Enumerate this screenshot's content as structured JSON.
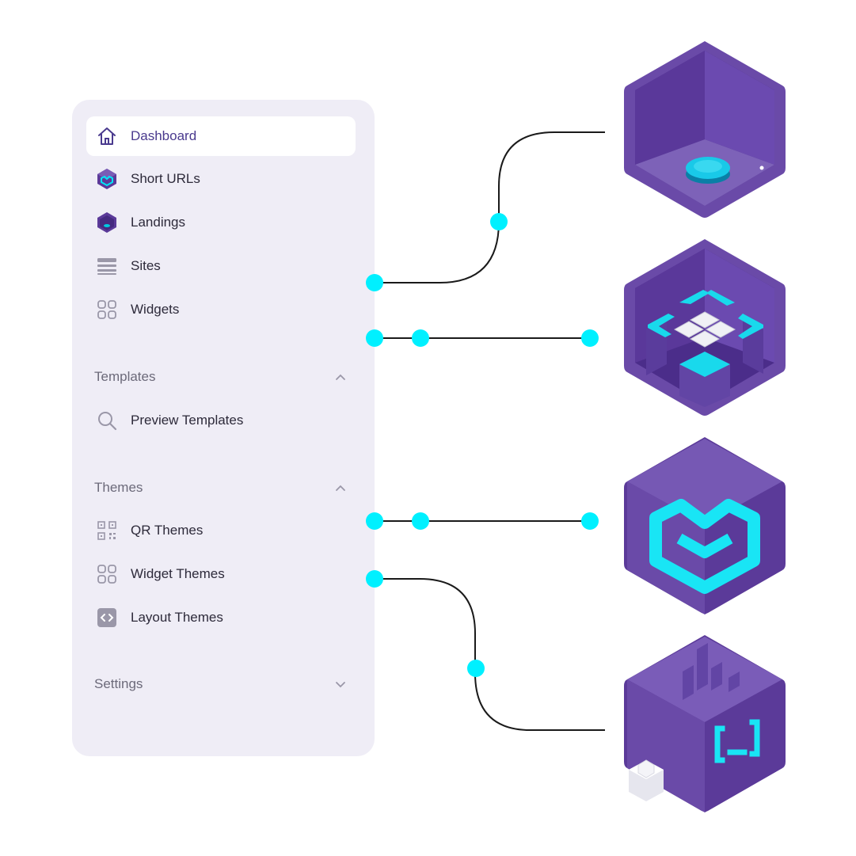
{
  "sidebar": {
    "items": [
      {
        "label": "Dashboard",
        "icon": "home-icon",
        "active": true
      },
      {
        "label": "Short URLs",
        "icon": "short-urls-cube-icon"
      },
      {
        "label": "Landings",
        "icon": "landings-cube-icon"
      },
      {
        "label": "Sites",
        "icon": "sites-icon"
      },
      {
        "label": "Widgets",
        "icon": "widgets-grid-icon"
      }
    ],
    "sections": {
      "templates": {
        "label": "Templates",
        "expanded": true,
        "items": [
          {
            "label": "Preview Templates",
            "icon": "search-icon"
          }
        ]
      },
      "themes": {
        "label": "Themes",
        "expanded": true,
        "items": [
          {
            "label": "QR Themes",
            "icon": "qr-code-icon"
          },
          {
            "label": "Widget Themes",
            "icon": "widgets-grid-icon"
          },
          {
            "label": "Layout Themes",
            "icon": "code-icon"
          }
        ]
      },
      "settings": {
        "label": "Settings",
        "expanded": false
      }
    }
  },
  "illustration": {
    "cubes": [
      "smart-speaker-cube",
      "widgets-cube",
      "short-url-logo-cube",
      "code-sites-cube"
    ],
    "accent_color": "#00f0ff",
    "cube_color": "#5b3a99",
    "line_color": "#1a1a1a"
  }
}
